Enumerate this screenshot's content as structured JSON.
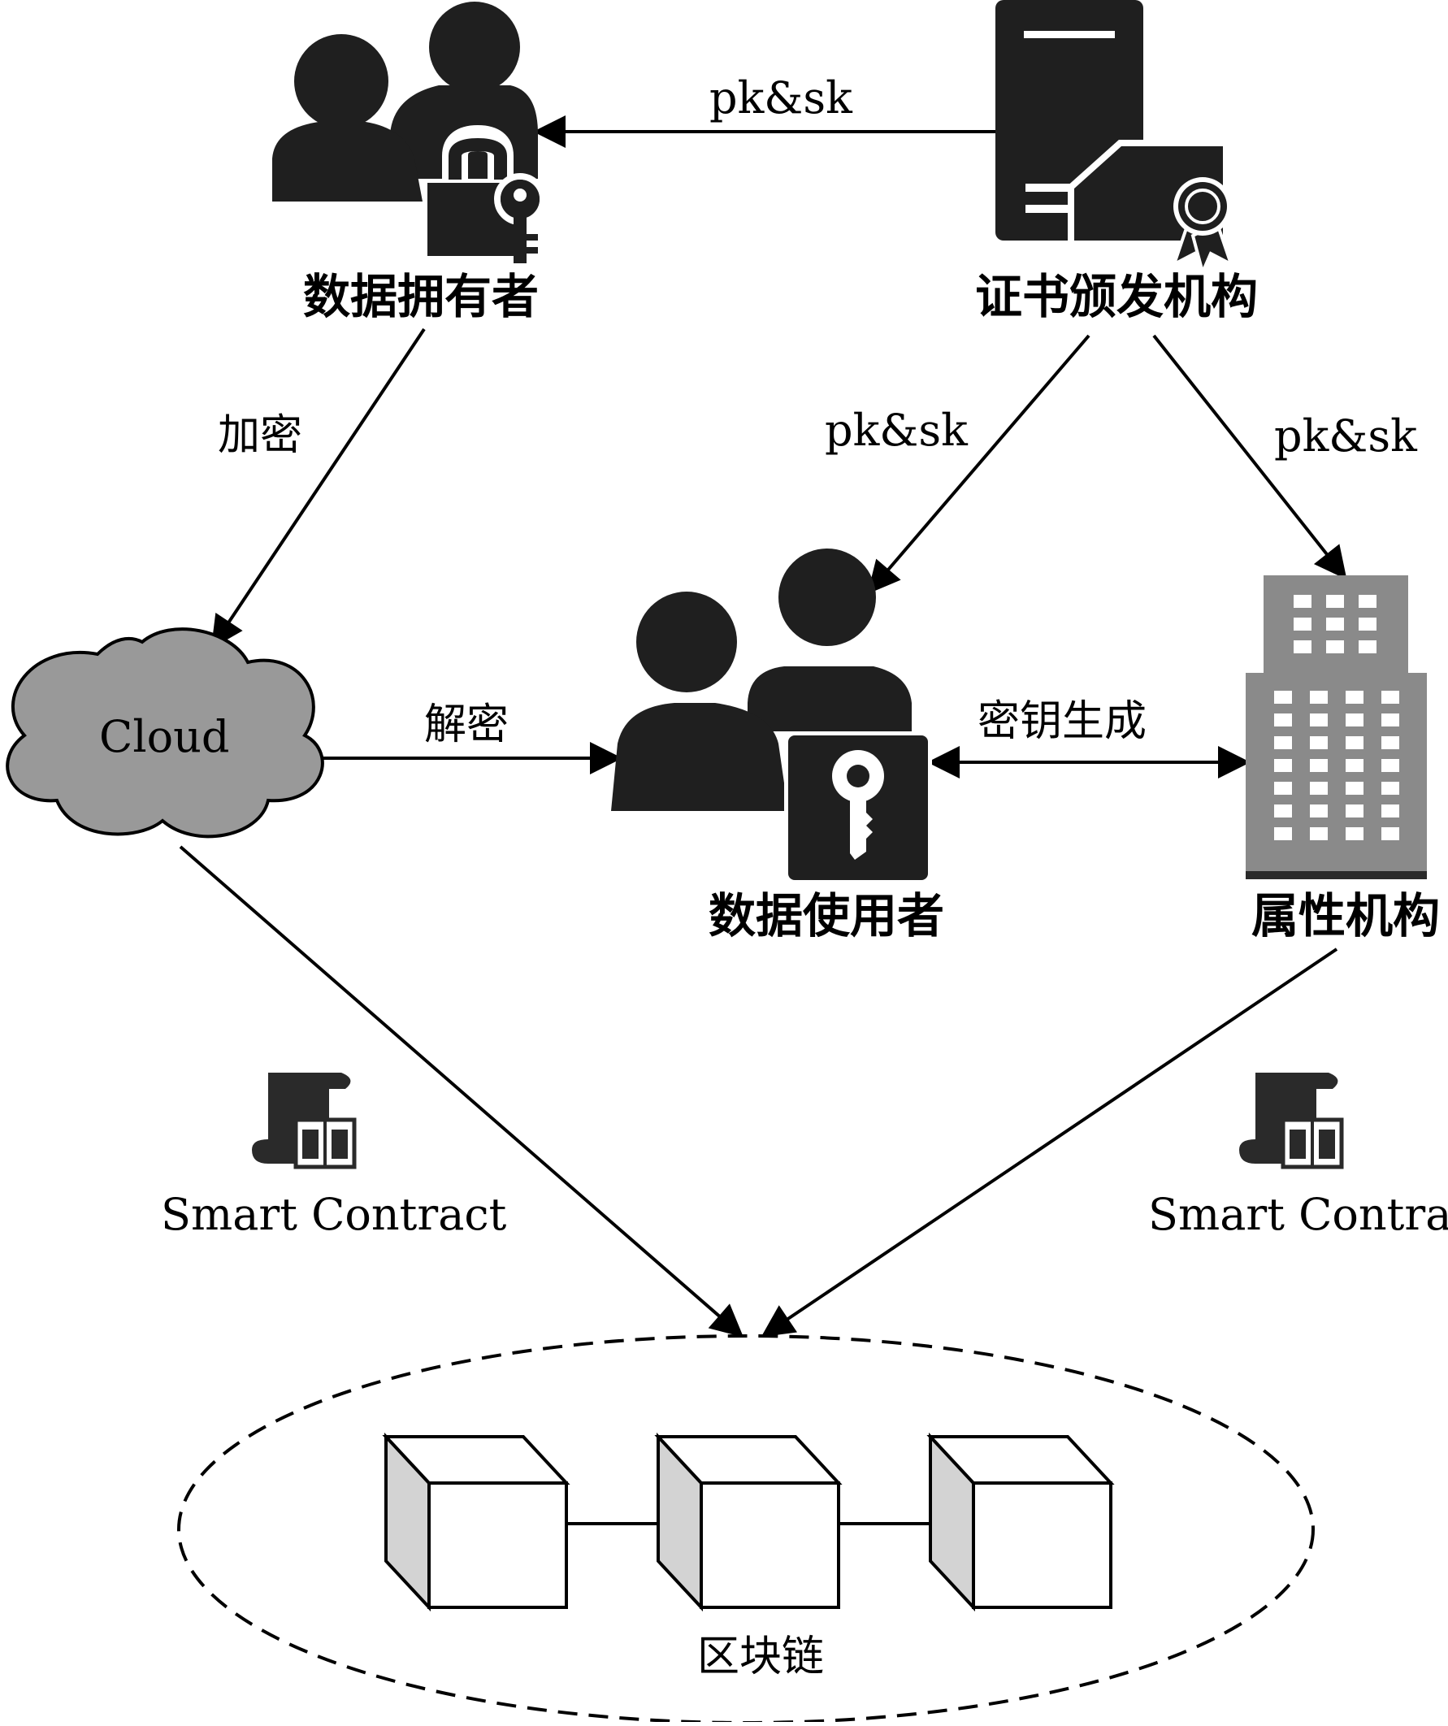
{
  "nodes": {
    "data_owner": "数据拥有者",
    "certificate_authority": "证书颁发机构",
    "cloud": "Cloud",
    "data_user": "数据使用者",
    "attribute_authority": "属性机构",
    "blockchain": "区块链"
  },
  "edges": {
    "ca_to_owner": "pk&sk",
    "ca_to_user": "pk&sk",
    "ca_to_attribute": "pk&sk",
    "encrypt": "加密",
    "decrypt": "解密",
    "key_generation": "密钥生成"
  },
  "smart_contracts": [
    "Smart Contract",
    "Smart Contract"
  ],
  "icons": {
    "data_owner": "users-lock-key-icon",
    "certificate_authority": "server-certificate-icon",
    "cloud": "cloud-icon",
    "data_user": "users-key-icon",
    "attribute_authority": "building-icon",
    "smart_contract": "contract-scroll-icon",
    "blockchain": "block-cube-icon"
  },
  "colors": {
    "icon": "#1f1f1f",
    "cloud_fill": "#999999",
    "building_fill": "#8a8a8a",
    "cube_side": "#d3d3d3"
  }
}
